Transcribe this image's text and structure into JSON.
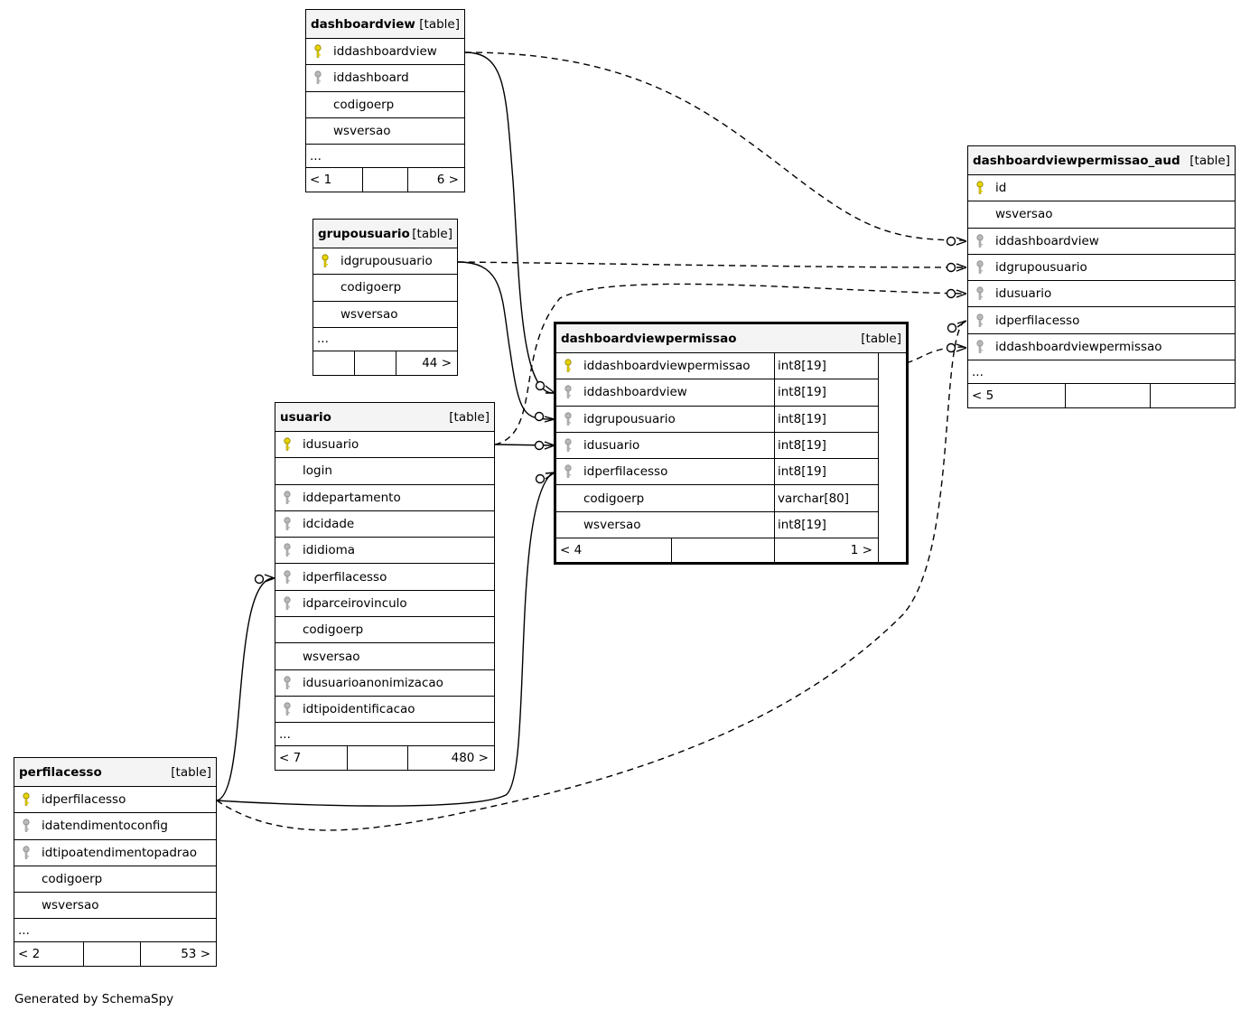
{
  "footer_text": "Generated by SchemaSpy",
  "tables": {
    "dashboardview": {
      "name": "dashboardview",
      "kind": "[table]",
      "columns": [
        {
          "name": "iddashboardview",
          "key": "pk"
        },
        {
          "name": "iddashboard",
          "key": "fk"
        },
        {
          "name": "codigoerp",
          "key": ""
        },
        {
          "name": "wsversao",
          "key": ""
        }
      ],
      "more": "...",
      "footer": [
        "< 1",
        "",
        "6 >"
      ]
    },
    "grupousuario": {
      "name": "grupousuario",
      "kind": "[table]",
      "columns": [
        {
          "name": "idgrupousuario",
          "key": "pk"
        },
        {
          "name": "codigoerp",
          "key": ""
        },
        {
          "name": "wsversao",
          "key": ""
        }
      ],
      "more": "...",
      "footer": [
        "",
        "",
        "44 >"
      ]
    },
    "usuario": {
      "name": "usuario",
      "kind": "[table]",
      "columns": [
        {
          "name": "idusuario",
          "key": "pk"
        },
        {
          "name": "login",
          "key": ""
        },
        {
          "name": "iddepartamento",
          "key": "fk"
        },
        {
          "name": "idcidade",
          "key": "fk"
        },
        {
          "name": "ididioma",
          "key": "fk"
        },
        {
          "name": "idperfilacesso",
          "key": "fk"
        },
        {
          "name": "idparceirovinculo",
          "key": "fk"
        },
        {
          "name": "codigoerp",
          "key": ""
        },
        {
          "name": "wsversao",
          "key": ""
        },
        {
          "name": "idusuarioanonimizacao",
          "key": "fk"
        },
        {
          "name": "idtipoidentificacao",
          "key": "fk"
        }
      ],
      "more": "...",
      "footer": [
        "< 7",
        "",
        "480 >"
      ]
    },
    "perfilacesso": {
      "name": "perfilacesso",
      "kind": "[table]",
      "columns": [
        {
          "name": "idperfilacesso",
          "key": "pk"
        },
        {
          "name": "idatendimentoconfig",
          "key": "fk"
        },
        {
          "name": "idtipoatendimentopadrao",
          "key": "fk"
        },
        {
          "name": "codigoerp",
          "key": ""
        },
        {
          "name": "wsversao",
          "key": ""
        }
      ],
      "more": "...",
      "footer": [
        "< 2",
        "",
        "53 >"
      ]
    },
    "dashboardviewpermissao": {
      "name": "dashboardviewpermissao",
      "kind": "[table]",
      "columns": [
        {
          "name": "iddashboardviewpermissao",
          "type": "int8[19]",
          "key": "pk"
        },
        {
          "name": "iddashboardview",
          "type": "int8[19]",
          "key": "fk"
        },
        {
          "name": "idgrupousuario",
          "type": "int8[19]",
          "key": "fk"
        },
        {
          "name": "idusuario",
          "type": "int8[19]",
          "key": "fk"
        },
        {
          "name": "idperfilacesso",
          "type": "int8[19]",
          "key": "fk"
        },
        {
          "name": "codigoerp",
          "type": "varchar[80]",
          "key": ""
        },
        {
          "name": "wsversao",
          "type": "int8[19]",
          "key": ""
        }
      ],
      "footer": [
        "< 4",
        "",
        "1 >"
      ]
    },
    "dashboardviewpermissao_aud": {
      "name": "dashboardviewpermissao_aud",
      "kind": "[table]",
      "columns": [
        {
          "name": "id",
          "key": "pk"
        },
        {
          "name": "wsversao",
          "key": ""
        },
        {
          "name": "iddashboardview",
          "key": "fk"
        },
        {
          "name": "idgrupousuario",
          "key": "fk"
        },
        {
          "name": "idusuario",
          "key": "fk"
        },
        {
          "name": "idperfilacesso",
          "key": "fk"
        },
        {
          "name": "iddashboardviewpermissao",
          "key": "fk"
        }
      ],
      "more": "...",
      "footer": [
        "< 5",
        "",
        ""
      ]
    }
  },
  "relationships": [
    {
      "from": "dashboardview.iddashboardview",
      "to": "dashboardviewpermissao.iddashboardview",
      "style": "solid"
    },
    {
      "from": "grupousuario.idgrupousuario",
      "to": "dashboardviewpermissao.idgrupousuario",
      "style": "solid"
    },
    {
      "from": "usuario.idusuario",
      "to": "dashboardviewpermissao.idusuario",
      "style": "solid"
    },
    {
      "from": "perfilacesso.idperfilacesso",
      "to": "dashboardviewpermissao.idperfilacesso",
      "style": "solid"
    },
    {
      "from": "perfilacesso.idperfilacesso",
      "to": "usuario.idperfilacesso",
      "style": "solid"
    },
    {
      "from": "dashboardview.iddashboardview",
      "to": "dashboardviewpermissao_aud.iddashboardview",
      "style": "dashed"
    },
    {
      "from": "grupousuario.idgrupousuario",
      "to": "dashboardviewpermissao_aud.idgrupousuario",
      "style": "dashed"
    },
    {
      "from": "usuario.idusuario",
      "to": "dashboardviewpermissao_aud.idusuario",
      "style": "dashed"
    },
    {
      "from": "perfilacesso.idperfilacesso",
      "to": "dashboardviewpermissao_aud.idperfilacesso",
      "style": "dashed"
    },
    {
      "from": "dashboardviewpermissao.iddashboardviewpermissao",
      "to": "dashboardviewpermissao_aud.iddashboardviewpermissao",
      "style": "dashed"
    }
  ]
}
